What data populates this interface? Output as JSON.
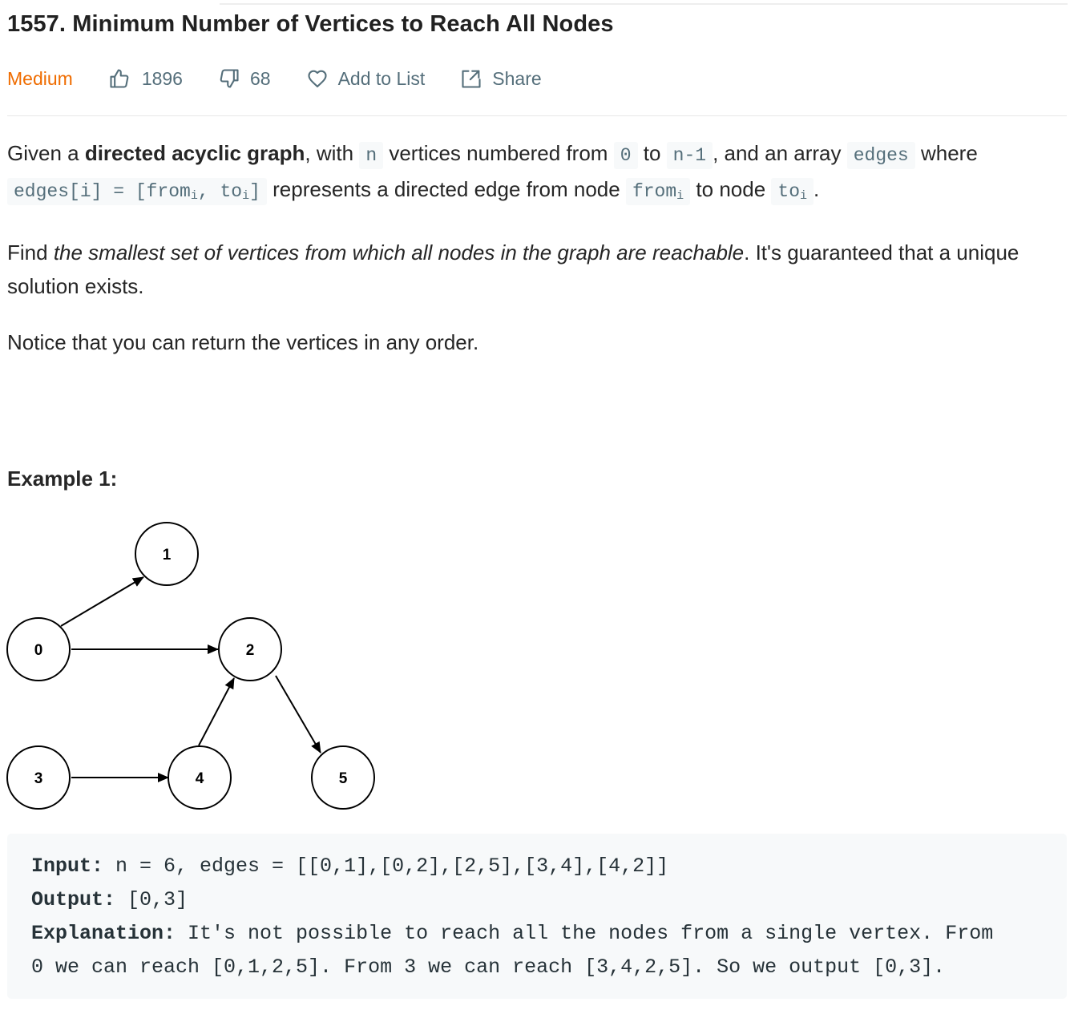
{
  "problem": {
    "title": "1557. Minimum Number of Vertices to Reach All Nodes",
    "difficulty": "Medium",
    "likes": "1896",
    "dislikes": "68",
    "add_to_list": "Add to List",
    "share": "Share"
  },
  "description": {
    "p1": {
      "t1": "Given a ",
      "b1": "directed acyclic graph",
      "t2": ", with ",
      "c1": "n",
      "t3": " vertices numbered from ",
      "c2": "0",
      "t4": " to ",
      "c3": "n-1",
      "t5": ", and an array ",
      "c4": "edges",
      "t6": " where ",
      "c5a": "edges[i] = [from",
      "c5sub1": "i",
      "c5b": ", to",
      "c5sub2": "i",
      "c5c": "]",
      "t7": " represents a directed edge from node ",
      "c6a": "from",
      "c6sub": "i",
      "t8": " to node ",
      "c7a": "to",
      "c7sub": "i",
      "t9": "."
    },
    "p2": {
      "t1": "Find ",
      "i1": "the smallest set of vertices from which all nodes in the graph are reachable",
      "t2": ". It's guaranteed that a unique solution exists."
    },
    "p3": "Notice that you can return the vertices in any order."
  },
  "example": {
    "title": "Example 1:",
    "graph": {
      "nodes": [
        "0",
        "1",
        "2",
        "3",
        "4",
        "5"
      ],
      "edges": [
        [
          "0",
          "1"
        ],
        [
          "0",
          "2"
        ],
        [
          "2",
          "5"
        ],
        [
          "3",
          "4"
        ],
        [
          "4",
          "2"
        ]
      ]
    },
    "input_label": "Input:",
    "input_value": " n = 6, edges = [[0,1],[0,2],[2,5],[3,4],[4,2]]",
    "output_label": "Output:",
    "output_value": " [0,3]",
    "explanation_label": "Explanation:",
    "explanation_line1": " It's not possible to reach all the nodes from a single vertex. From",
    "explanation_line2": "0 we can reach [0,1,2,5]. From 3 we can reach [3,4,2,5]. So we output [0,3]."
  },
  "colors": {
    "difficulty_medium": "#ef6c00",
    "meta_text": "#546e7a",
    "code_bg": "#f7f9fa"
  },
  "icons": {
    "like": "thumbs-up-icon",
    "dislike": "thumbs-down-icon",
    "add_to_list": "heart-icon",
    "share": "share-icon"
  }
}
